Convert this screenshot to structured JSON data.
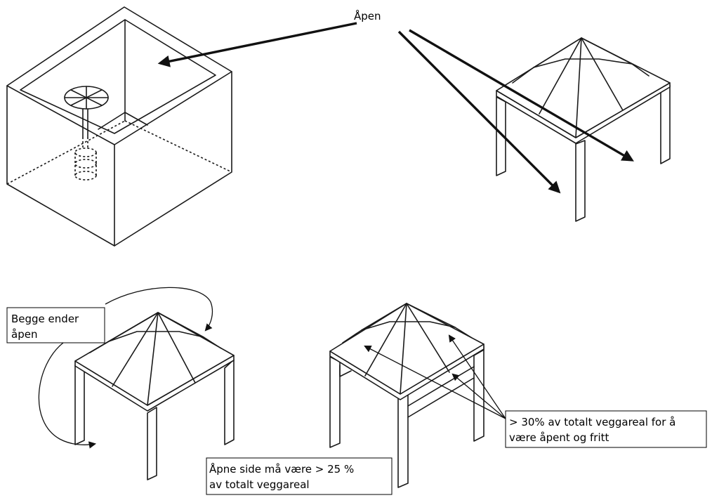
{
  "labels": {
    "open_top": "Åpen",
    "both_ends_line1": "Begge ender",
    "both_ends_line2": "åpen",
    "open_side_line1": "Åpne side må være > 25 %",
    "open_side_line2": "av totalt veggareal",
    "wall_area_line1": "> 30% av totalt veggareal for å",
    "wall_area_line2": "være åpent og fritt"
  }
}
